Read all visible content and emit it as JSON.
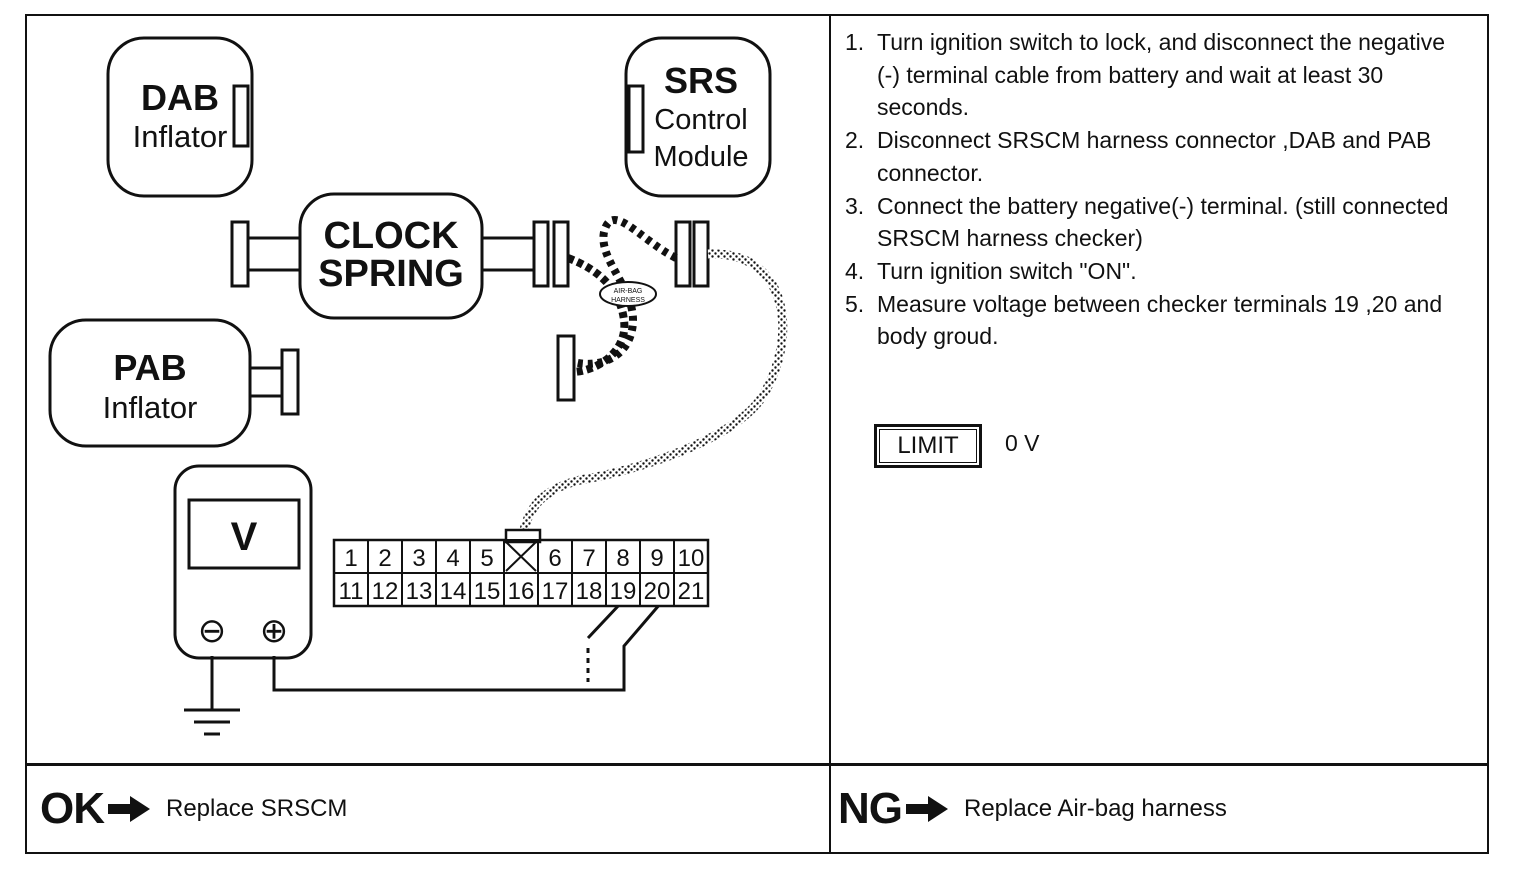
{
  "diagram": {
    "dab_title": "DAB",
    "dab_sub": "Inflator",
    "srs_title": "SRS",
    "srs_line1": "Control",
    "srs_line2": "Module",
    "clock_line1": "CLOCK",
    "clock_line2": "SPRING",
    "pab_title": "PAB",
    "pab_sub": "Inflator",
    "harness_label_1": "AIR-BAG",
    "harness_label_2": "HARNESS",
    "meter_label": "V",
    "meter_minus": "⊖",
    "meter_plus": "⊕",
    "connector_top": [
      "1",
      "2",
      "3",
      "4",
      "5",
      "",
      "6",
      "7",
      "8",
      "9",
      "10"
    ],
    "connector_bottom": [
      "11",
      "12",
      "13",
      "14",
      "15",
      "16",
      "17",
      "18",
      "19",
      "20",
      "21"
    ]
  },
  "procedure": {
    "steps": [
      {
        "num": "1.",
        "text": "Turn ignition switch to lock, and disconnect the negative (-) terminal cable from battery and wait at least 30 seconds."
      },
      {
        "num": "2.",
        "text": "Disconnect SRSCM harness connector ,DAB and PAB connector."
      },
      {
        "num": "3.",
        "text": "Connect the battery negative(-) terminal. (still connected SRSCM harness checker)"
      },
      {
        "num": "4.",
        "text": "Turn ignition switch \"ON\"."
      },
      {
        "num": "5.",
        "text": "Measure voltage between checker terminals 19 ,20 and body groud."
      }
    ],
    "limit_label": "LIMIT",
    "limit_value": "0 V"
  },
  "results": {
    "ok_code": "OK",
    "ok_text": "Replace SRSCM",
    "ng_code": "NG",
    "ng_text": "Replace Air-bag harness"
  }
}
